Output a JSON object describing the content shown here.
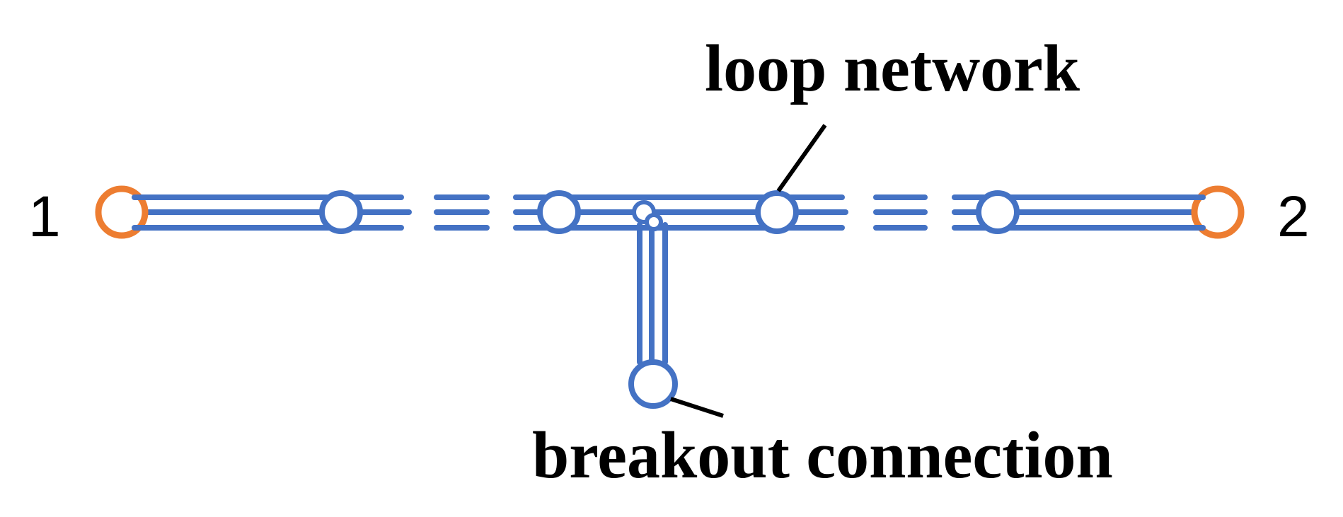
{
  "colors": {
    "network": "#4472c4",
    "endpoint": "#ed7d31",
    "leader": "#000000",
    "background": "#ffffff"
  },
  "labels": {
    "end_left": "1",
    "end_right": "2",
    "loop_network": "loop network",
    "breakout_connection": "breakout connection"
  }
}
